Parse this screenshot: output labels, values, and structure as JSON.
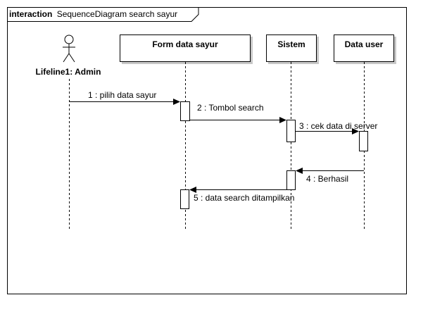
{
  "frame": {
    "keyword": "interaction",
    "name": "SequenceDiagram search sayur"
  },
  "actor": {
    "label": "Lifeline1: Admin"
  },
  "lifelines": [
    {
      "label": "Form data sayur"
    },
    {
      "label": "Sistem"
    },
    {
      "label": "Data user"
    }
  ],
  "messages": [
    {
      "label": "1 : pilih data sayur"
    },
    {
      "label": "2 : Tombol search"
    },
    {
      "label": "3 : cek data di server"
    },
    {
      "label": "4 : Berhasil"
    },
    {
      "label": "5 : data search ditampilkan"
    }
  ]
}
